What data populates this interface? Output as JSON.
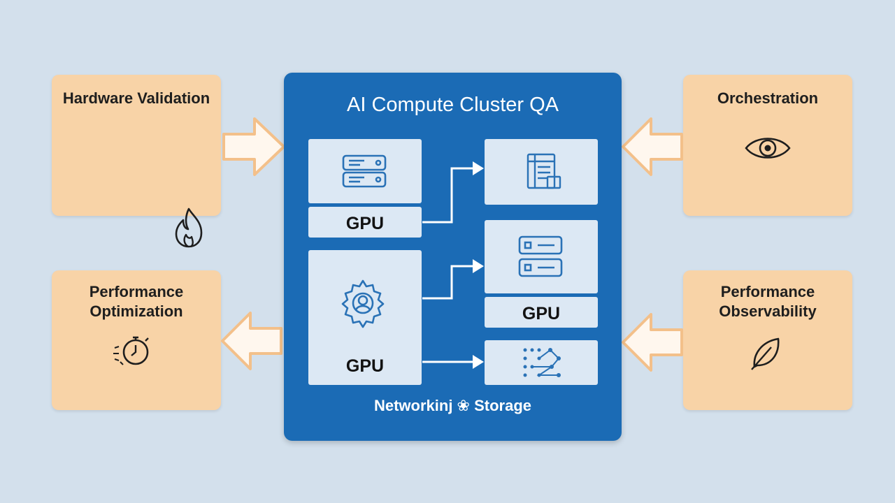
{
  "cluster": {
    "title": "AI Compute Cluster QA",
    "gpu_labels": [
      "GPU",
      "GPU",
      "GPU"
    ],
    "footer": "Networkinj ❀ Storage"
  },
  "left_boxes": [
    {
      "title": "Hardware Validation",
      "icon": "flame-icon"
    },
    {
      "title_line1": "Performance",
      "title_line2": "Optimization",
      "icon": "stopwatch-icon"
    }
  ],
  "right_boxes": [
    {
      "title": "Orchestration",
      "icon": "eye-icon"
    },
    {
      "title_line1": "Performance",
      "title_line2": "Observability",
      "icon": "leaf-icon"
    }
  ],
  "colors": {
    "background": "#d3e0ec",
    "cluster": "#1b6bb5",
    "node": "#dce8f4",
    "side_box": "#f8d3a7",
    "arrow_fill": "#fff7ee",
    "icon_stroke": "#2a72b6"
  }
}
